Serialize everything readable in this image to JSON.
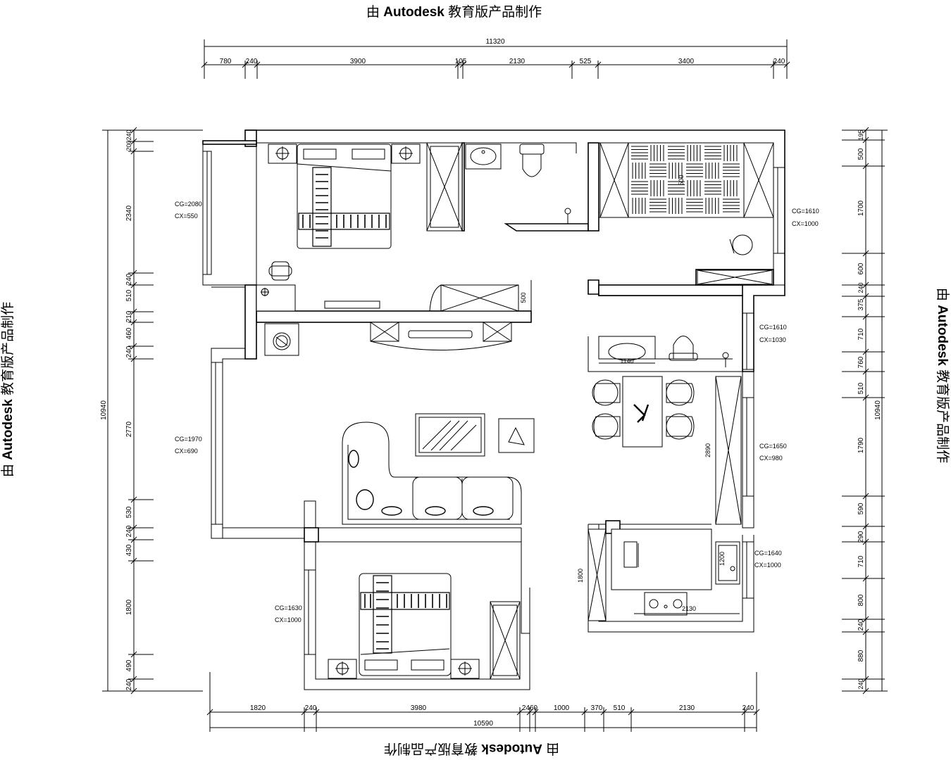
{
  "watermark": {
    "prefix": "由",
    "brand": "Autodesk",
    "suffix": "教育版产品制作"
  },
  "dims": {
    "top_total": "11320",
    "top": [
      "780",
      "240",
      "3900",
      "105",
      "2130",
      "525",
      "3400",
      "240"
    ],
    "bottom_total": "10590",
    "bottom": [
      "1820",
      "240",
      "3980",
      "2460",
      "1000",
      "370",
      "510",
      "2130",
      "240"
    ],
    "left_total": "10940",
    "left": [
      "240",
      "200",
      "2340",
      "240",
      "510",
      "210",
      "460",
      "240",
      "2770",
      "530",
      "240",
      "430",
      "1800",
      "490",
      "240"
    ],
    "right_total": "10940",
    "right": [
      "195",
      "500",
      "1700",
      "600",
      "240",
      "375",
      "710",
      "760",
      "510",
      "1790",
      "590",
      "290",
      "710",
      "800",
      "240",
      "880",
      "240"
    ]
  },
  "windows": {
    "w1_cg": "CG=2080",
    "w1_cx": "CX=550",
    "w2_cg": "CG=1610",
    "w2_cx": "CX=1000",
    "w3_cg": "CG=1610",
    "w3_cx": "CX=1030",
    "w4_cg": "CG=1970",
    "w4_cx": "CX=690",
    "w5_cg": "CG=1650",
    "w5_cx": "CX=980",
    "w6_cg": "CG=1640",
    "w6_cx": "CX=1000",
    "w7_cg": "CG=1630",
    "w7_cx": "CX=1000"
  },
  "inner_dims": {
    "wardrobe": "500",
    "study_desk": "500",
    "bath_basin": "1140",
    "kitchen_width": "2890",
    "kitchen_cab": "1800",
    "sink": "1200",
    "counter": "2130"
  }
}
